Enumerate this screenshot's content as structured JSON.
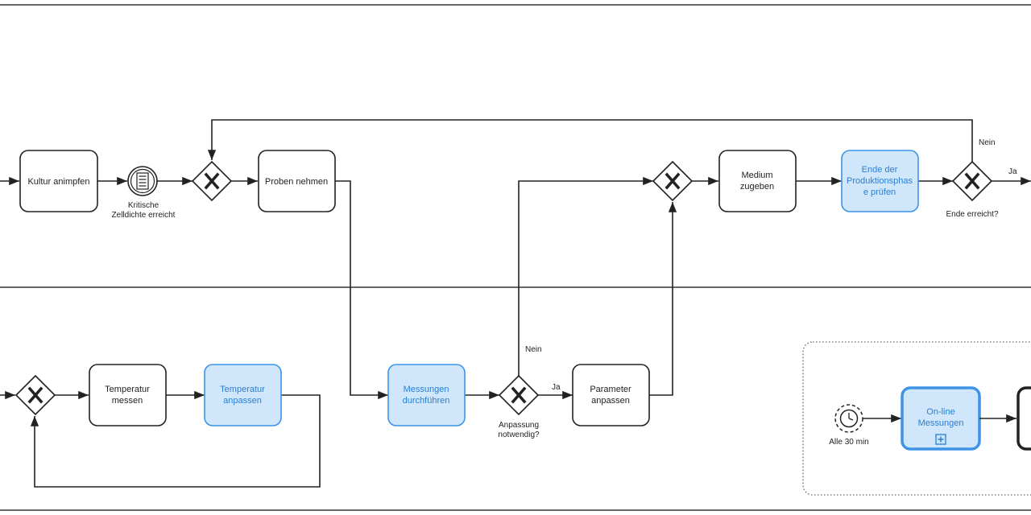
{
  "colors": {
    "stroke": "#222222",
    "highlight_fill": "#cfe6fb",
    "highlight_stroke": "#3d93e6",
    "highlight_text": "#2a7fd4",
    "lane_line": "#333333",
    "subprocess_border": "#666666"
  },
  "tasks": {
    "kultur_animpfen": [
      "Kultur animpfen"
    ],
    "proben_nehmen": [
      "Proben nehmen"
    ],
    "medium_zugeben": [
      "Medium",
      "zugeben"
    ],
    "ende_pruefen": [
      "Ende der",
      "Produktionsphas",
      "e prüfen"
    ],
    "temperatur_messen": [
      "Temperatur",
      "messen"
    ],
    "temperatur_anpassen": [
      "Temperatur",
      "anpassen"
    ],
    "messungen_durchfuehren": [
      "Messungen",
      "durchführen"
    ],
    "parameter_anpassen": [
      "Parameter",
      "anpassen"
    ],
    "online_messungen": [
      "On-line",
      "Messungen"
    ]
  },
  "events": {
    "kritische_zelldichte": [
      "Kritische",
      "Zelldichte erreicht"
    ],
    "timer": [
      "Alle 30 min"
    ]
  },
  "gateways": {
    "ende_erreicht": "Ende erreicht?",
    "anpassung_notwendig": [
      "Anpassung",
      "notwendig?"
    ]
  },
  "flow_labels": {
    "nein_top": "Nein",
    "ja_top": "Ja",
    "nein_bottom": "Nein",
    "ja_bottom": "Ja"
  },
  "icons": {
    "gateway": "exclusive-gateway-x-icon",
    "message_event": "conditional-event-icon",
    "timer_event": "timer-event-icon",
    "collapsed_subprocess": "plus-marker-icon"
  }
}
